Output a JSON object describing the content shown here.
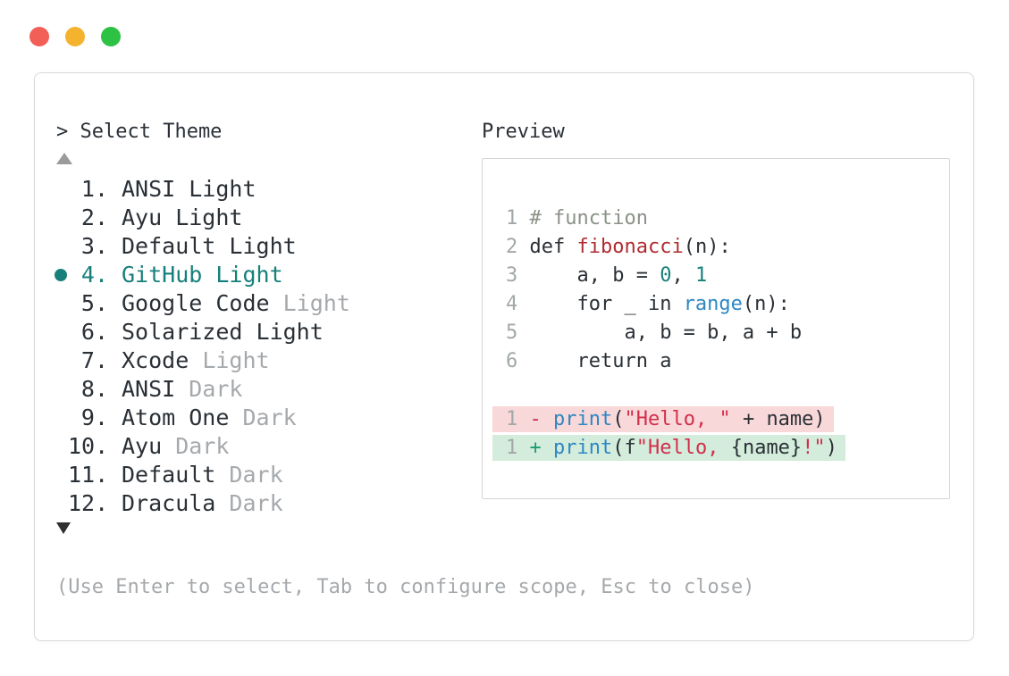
{
  "window": {
    "traffic_lights": [
      {
        "name": "close",
        "color": "#f25f57"
      },
      {
        "name": "minimize",
        "color": "#f3b32e"
      },
      {
        "name": "zoom",
        "color": "#2dc244"
      }
    ]
  },
  "icons": {
    "scroll_up": "triangle-up",
    "scroll_down": "triangle-down",
    "selected_marker": "filled-dot"
  },
  "theme_picker": {
    "title": "> Select Theme",
    "items": [
      {
        "num": "1.",
        "name": "ANSI Light",
        "suffix": "",
        "selected": false
      },
      {
        "num": "2.",
        "name": "Ayu Light",
        "suffix": "",
        "selected": false
      },
      {
        "num": "3.",
        "name": "Default Light",
        "suffix": "",
        "selected": false
      },
      {
        "num": "4.",
        "name": "GitHub Light",
        "suffix": "",
        "selected": true
      },
      {
        "num": "5.",
        "name": "Google Code",
        "suffix": "Light",
        "selected": false
      },
      {
        "num": "6.",
        "name": "Solarized Light",
        "suffix": "",
        "selected": false
      },
      {
        "num": "7.",
        "name": "Xcode",
        "suffix": "Light",
        "selected": false
      },
      {
        "num": "8.",
        "name": "ANSI",
        "suffix": "Dark",
        "selected": false
      },
      {
        "num": "9.",
        "name": "Atom One",
        "suffix": "Dark",
        "selected": false
      },
      {
        "num": "10.",
        "name": "Ayu",
        "suffix": "Dark",
        "selected": false
      },
      {
        "num": "11.",
        "name": "Default",
        "suffix": "Dark",
        "selected": false
      },
      {
        "num": "12.",
        "name": "Dracula",
        "suffix": "Dark",
        "selected": false
      }
    ],
    "footer": "(Use Enter to select, Tab to configure scope, Esc to close)"
  },
  "preview": {
    "title": "Preview",
    "code_lines": [
      {
        "num": "1",
        "tokens": [
          {
            "t": "# function",
            "c": "comment"
          }
        ]
      },
      {
        "num": "2",
        "tokens": [
          {
            "t": "def ",
            "c": "plain"
          },
          {
            "t": "fibonacci",
            "c": "func"
          },
          {
            "t": "(n):",
            "c": "plain"
          }
        ]
      },
      {
        "num": "3",
        "tokens": [
          {
            "t": "    a, b = ",
            "c": "plain"
          },
          {
            "t": "0",
            "c": "num"
          },
          {
            "t": ", ",
            "c": "plain"
          },
          {
            "t": "1",
            "c": "num"
          }
        ]
      },
      {
        "num": "4",
        "tokens": [
          {
            "t": "    for _ in ",
            "c": "plain"
          },
          {
            "t": "range",
            "c": "builtin"
          },
          {
            "t": "(n):",
            "c": "plain"
          }
        ]
      },
      {
        "num": "5",
        "tokens": [
          {
            "t": "        a, b = b, a + b",
            "c": "plain"
          }
        ]
      },
      {
        "num": "6",
        "tokens": [
          {
            "t": "    return a",
            "c": "plain"
          }
        ]
      },
      {
        "num": "",
        "tokens": []
      }
    ],
    "diff_lines": [
      {
        "num": "1",
        "sign": "-",
        "kind": "del",
        "tokens": [
          {
            "t": "print",
            "c": "builtin"
          },
          {
            "t": "(",
            "c": "plain"
          },
          {
            "t": "\"Hello, \"",
            "c": "str"
          },
          {
            "t": " + name)",
            "c": "plain"
          }
        ]
      },
      {
        "num": "1",
        "sign": "+",
        "kind": "add",
        "tokens": [
          {
            "t": "print",
            "c": "builtin"
          },
          {
            "t": "(f",
            "c": "plain"
          },
          {
            "t": "\"Hello, ",
            "c": "str"
          },
          {
            "t": "{name}",
            "c": "plain"
          },
          {
            "t": "!\"",
            "c": "str"
          },
          {
            "t": ")",
            "c": "plain"
          }
        ]
      }
    ]
  },
  "palette": {
    "text_dark": "#2a3036",
    "text_muted": "#a6a9ac",
    "accent_teal": "#17807a",
    "line_number": "#a2a7aa",
    "comment": "#8b9288",
    "function_name": "#b02c31",
    "number_literal": "#17807c",
    "builtin": "#2d87c3",
    "string_literal": "#d32e4c",
    "diff_plus": "#1c9c74",
    "diff_minus": "#d32e4c",
    "diff_add_bg": "#d3ecdb",
    "diff_del_bg": "#f8d8d8",
    "panel_border": "#d9d9d9",
    "preview_border": "#d6d6d6",
    "scroll_up_arrow": "#9b9b9b",
    "scroll_down_arrow": "#2f2f2f"
  }
}
